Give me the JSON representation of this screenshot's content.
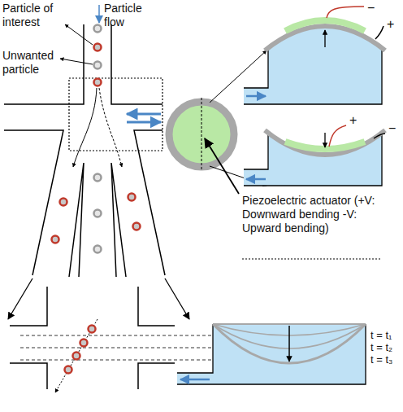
{
  "diagram": {
    "labels": [
      "Particle of interest",
      "Particle flow",
      "Unwanted particle",
      "−",
      "+",
      "+",
      "−",
      "Piezoelectric actuator (+V: Downward bending -V: Upward bending)",
      "t = t₁",
      "t = t₂",
      "t = t₃"
    ]
  }
}
